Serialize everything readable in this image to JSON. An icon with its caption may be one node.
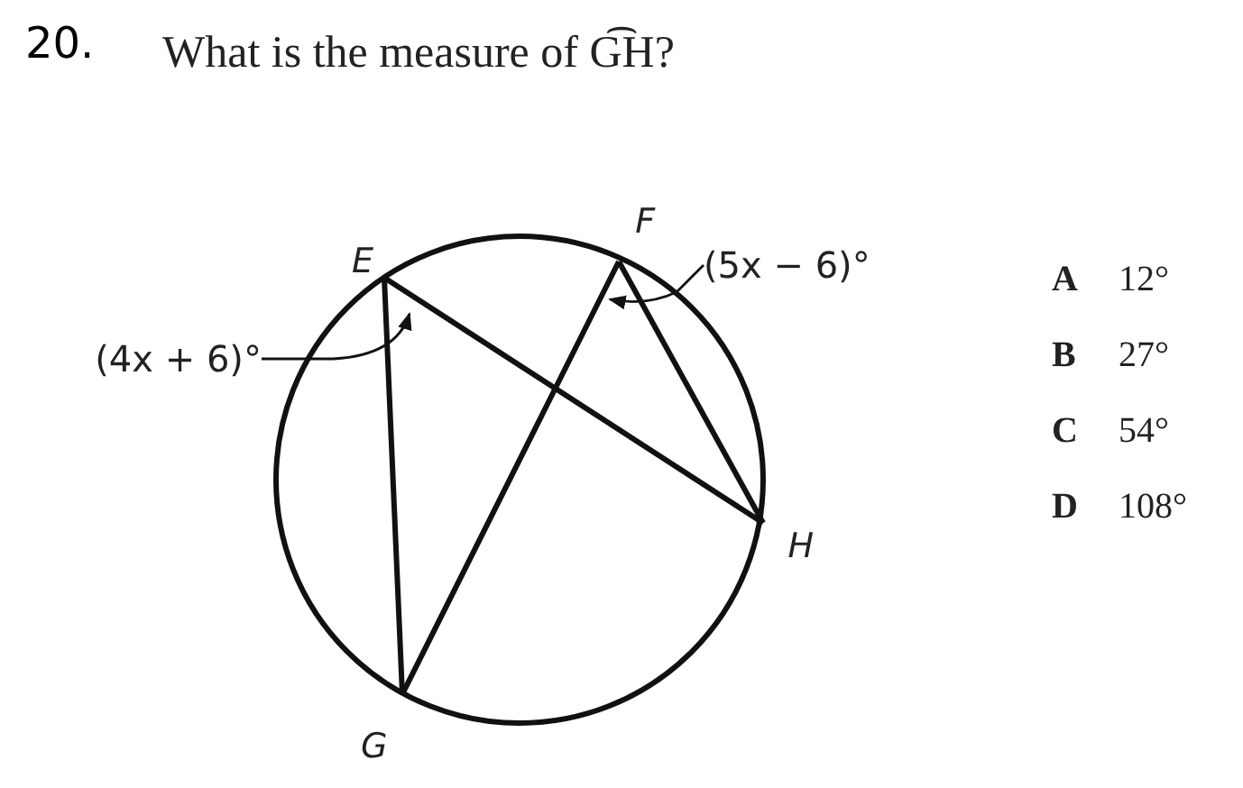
{
  "diagram": {
    "title": "What is the measure of G͡H?",
    "nodes": [
      {
        "text": [
          "E"
        ]
      },
      {
        "text": [
          "F"
        ]
      },
      {
        "text": [
          "(5x − 6)°"
        ]
      },
      {
        "text": [
          "(4x + 6)°"
        ]
      },
      {
        "text": [
          "H"
        ]
      },
      {
        "text": [
          "G"
        ]
      }
    ],
    "edges": [
      {
        "from": 0,
        "to": 5,
        "arrow": "none"
      },
      {
        "from": 0,
        "to": 4,
        "arrow": "none"
      },
      {
        "from": 1,
        "to": 5,
        "arrow": "none"
      },
      {
        "from": 1,
        "to": 4,
        "arrow": "none"
      },
      {
        "from": 3,
        "to": 0,
        "arrow": "to"
      },
      {
        "from": 2,
        "to": 1,
        "arrow": "to"
      }
    ],
    "labels": [
      "20.",
      "A",
      "12°",
      "B",
      "27°",
      "C",
      "54°",
      "D",
      "108°"
    ]
  }
}
